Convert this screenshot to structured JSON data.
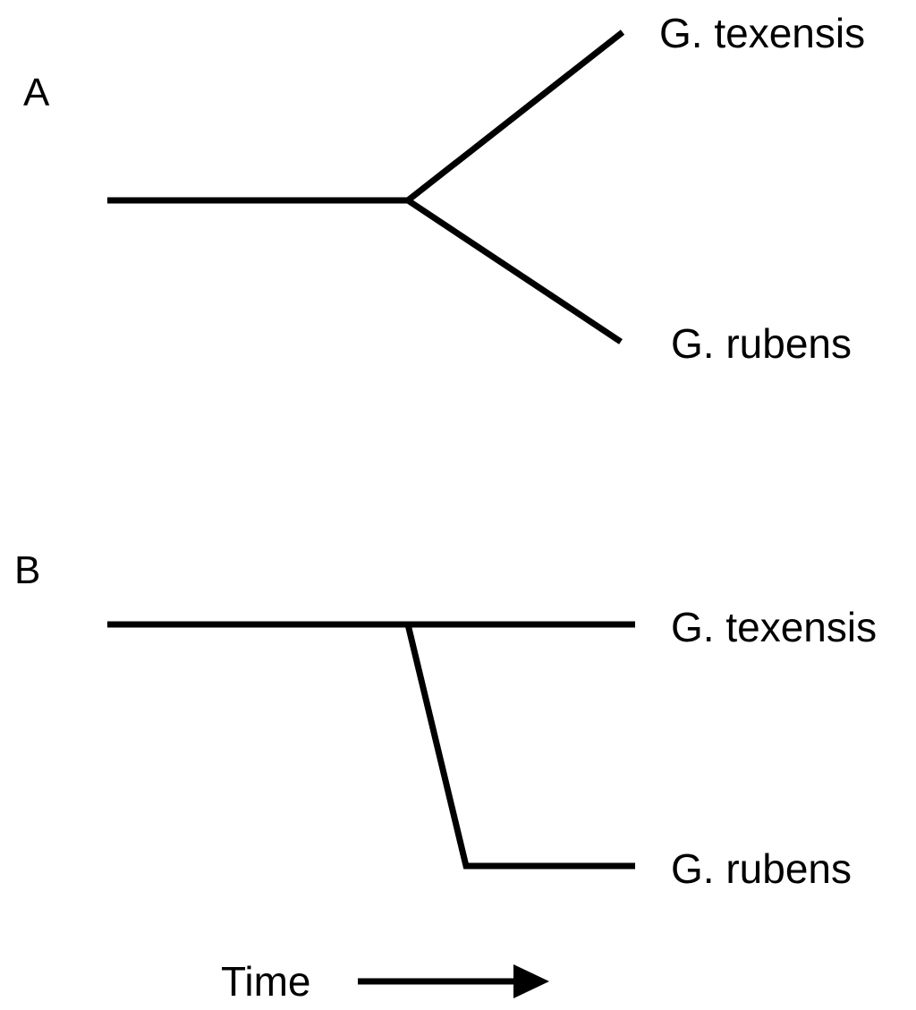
{
  "panel_a": {
    "label": "A",
    "taxa": [
      "G. texensis",
      "G. rubens"
    ]
  },
  "panel_b": {
    "label": "B",
    "taxa": [
      "G. texensis",
      "G. rubens"
    ]
  },
  "time_axis": {
    "label": "Time"
  },
  "colors": {
    "line": "#000000",
    "background": "#ffffff"
  }
}
